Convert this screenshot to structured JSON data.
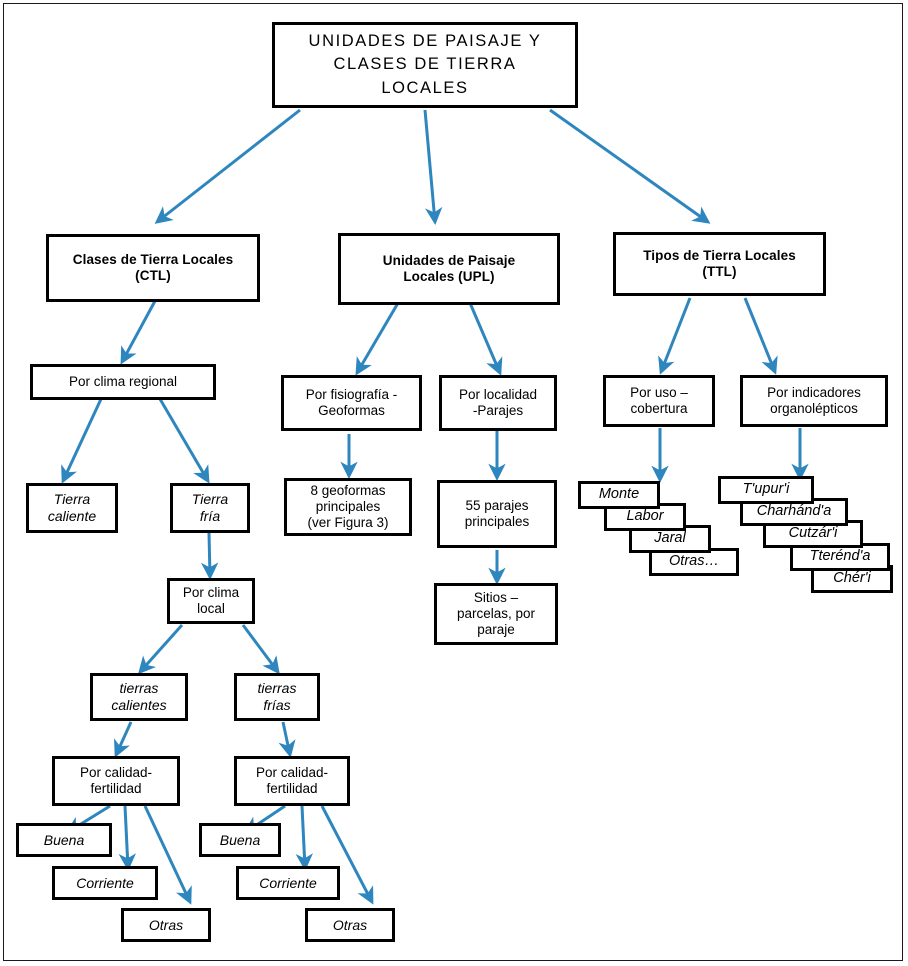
{
  "diagram": {
    "title": "UNIDADES DE PAISAJE Y\nCLASES DE TIERRA\nLOCALES",
    "accent_color": "#2E86BE",
    "border_color": "#000000",
    "background_color": "#FFFFFF"
  },
  "nodes": {
    "root": "UNIDADES DE PAISAJE Y\nCLASES DE TIERRA\nLOCALES",
    "ctl": "Clases de Tierra  Locales\n(CTL)",
    "upl": "Unidades de Paisaje\nLocales (UPL)",
    "ttl": "Tipos de Tierra Locales\n(TTL)",
    "por_clima_regional": "Por clima regional",
    "por_fisiografia": "Por fisiografía -\nGeoformas",
    "por_localidad": "Por localidad\n-Parajes",
    "por_uso": "Por uso –\ncobertura",
    "por_indicadores": "Por indicadores\norganolépticos",
    "tierra_caliente": "Tierra\ncaliente",
    "tierra_fria": "Tierra\nfría",
    "geoformas": "8 geoformas\nprincipales\n(ver Figura 3)",
    "parajes": "55 parajes\nprincipales",
    "sitios": "Sitios –\nparcelas, por\nparaje",
    "por_clima_local": "Por clima\nlocal",
    "tierras_calientes": "tierras\ncalientes",
    "tierras_frias": "tierras\nfrías",
    "calidad_left": "Por calidad-\nfertilidad",
    "calidad_right": "Por calidad-\nfertilidad",
    "buena_left": "Buena",
    "corriente_left": "Corriente",
    "otras_left": "Otras",
    "buena_right": "Buena",
    "corriente_right": "Corriente",
    "otras_right": "Otras"
  },
  "cascade_uso": [
    {
      "label": "Monte"
    },
    {
      "label": "Labor"
    },
    {
      "label": "Jaral"
    },
    {
      "label": "Otras…"
    }
  ],
  "cascade_indicadores": [
    {
      "label": "T'upur'i"
    },
    {
      "label": "Charhánd'a"
    },
    {
      "label": "Cutzár'i"
    },
    {
      "label": "Tterénd'a"
    },
    {
      "label": "Chér'i"
    }
  ]
}
